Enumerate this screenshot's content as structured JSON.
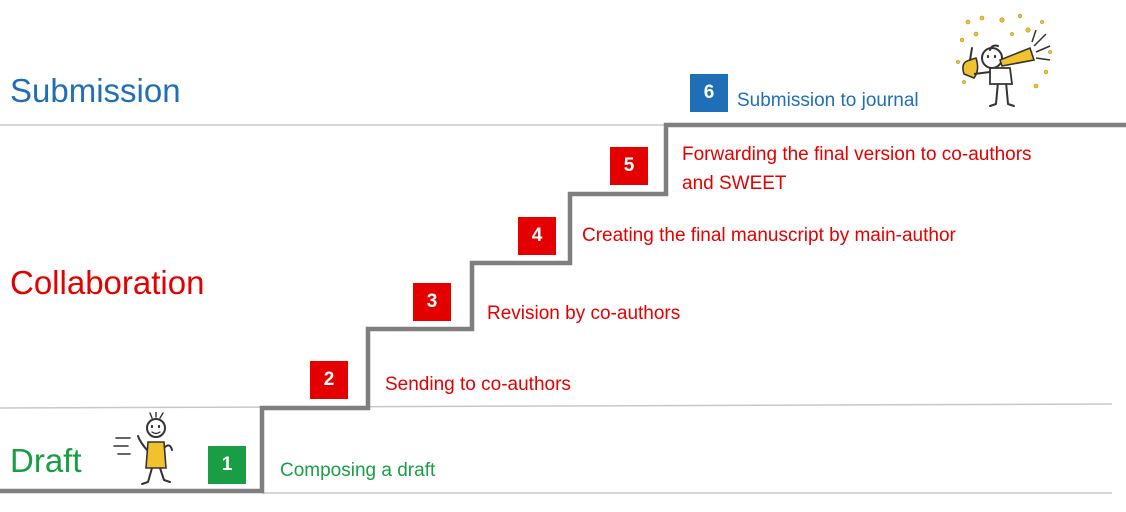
{
  "colors": {
    "submission": "#1f6fb7",
    "collaboration": "#e50000",
    "draft": "#1a9e45",
    "stair": "#7f7f7f",
    "divider": "#c8c8c8",
    "figure_accent": "#f2c12e"
  },
  "phases": {
    "submission": "Submission",
    "collaboration": "Collaboration",
    "draft": "Draft"
  },
  "steps": [
    {
      "number": "1",
      "label": "Composing a draft",
      "phase": "draft"
    },
    {
      "number": "2",
      "label": "Sending to co-authors",
      "phase": "collaboration"
    },
    {
      "number": "3",
      "label": "Revision by co-authors",
      "phase": "collaboration"
    },
    {
      "number": "4",
      "label": "Creating the final manuscript by main-author",
      "phase": "collaboration"
    },
    {
      "number": "5",
      "label_line1": "Forwarding the final version to co-authors",
      "label_line2": "and SWEET",
      "phase": "collaboration"
    },
    {
      "number": "6",
      "label": "Submission to journal",
      "phase": "submission"
    }
  ],
  "illustrations": {
    "start_figure": "running-stick-figure-icon",
    "end_figure": "celebrating-stick-figure-with-horn-icon"
  }
}
